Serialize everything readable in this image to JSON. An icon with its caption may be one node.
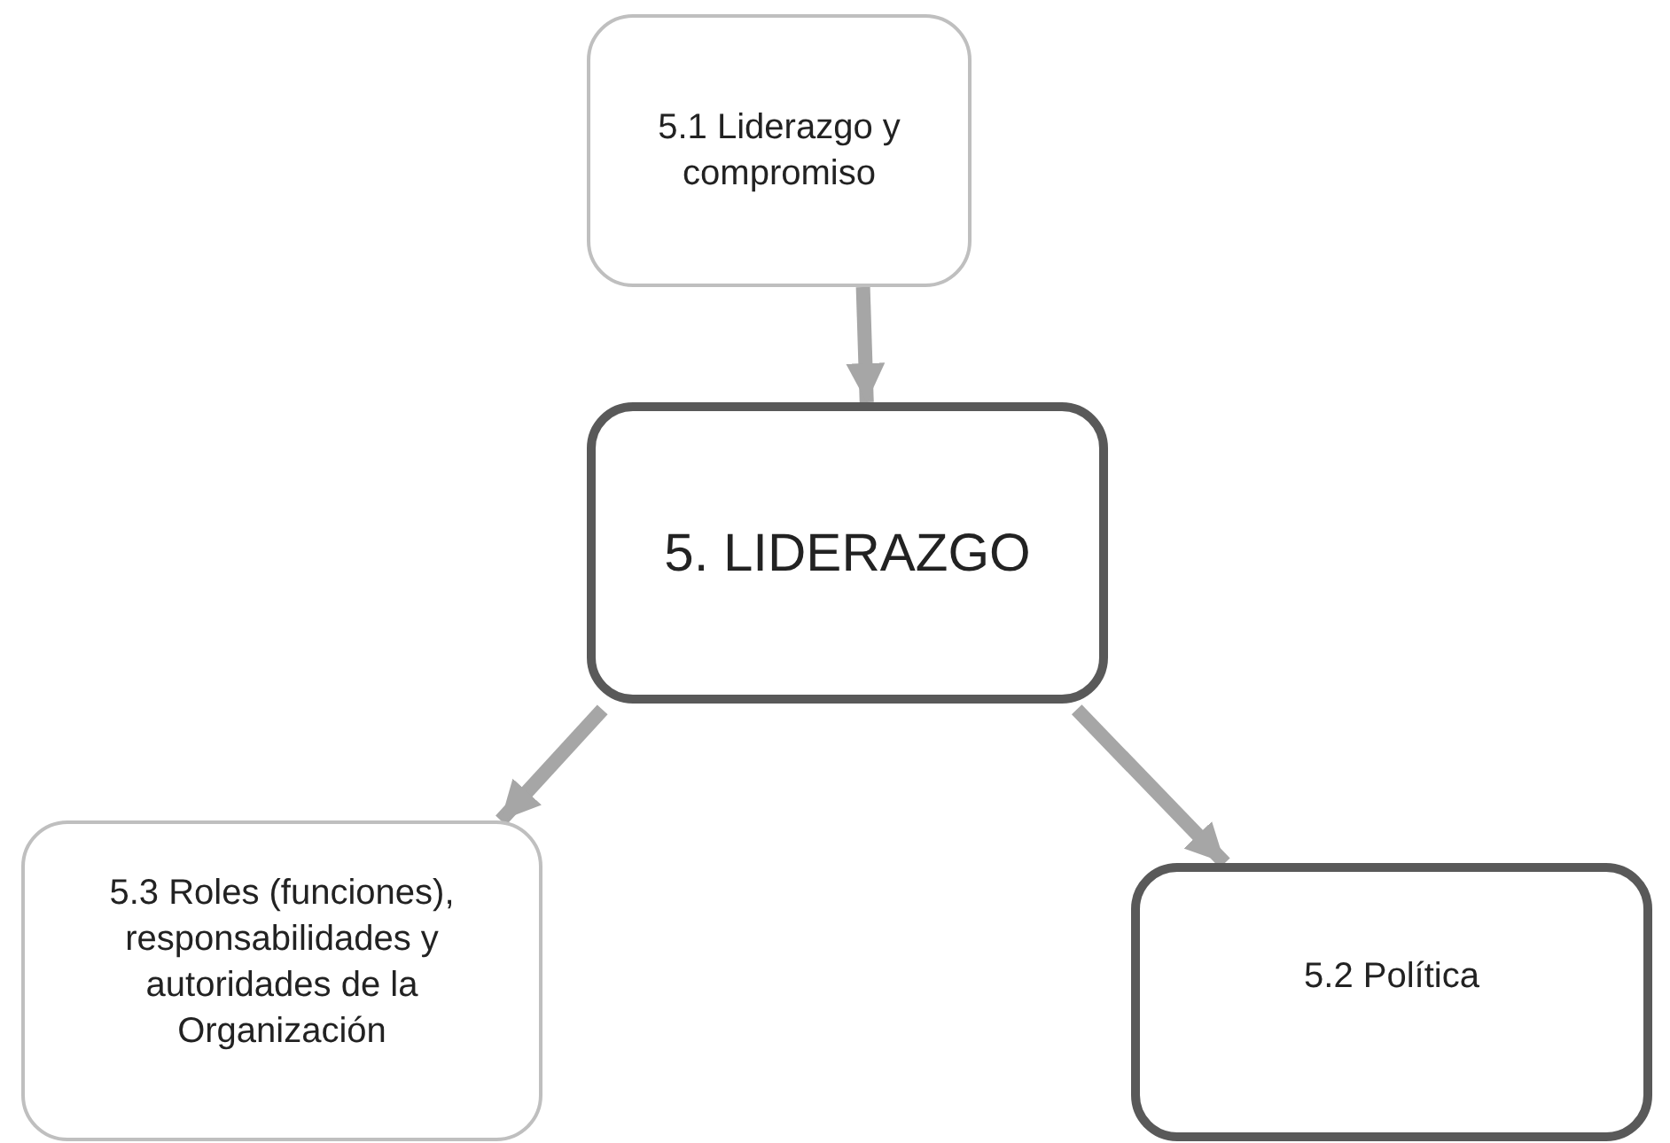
{
  "diagram": {
    "nodes": [
      {
        "text": [
          "5.1 Liderazgo y compromiso"
        ]
      },
      {
        "text": [
          "5. LIDERAZGO"
        ]
      },
      {
        "text": [
          "5.3 Roles (funciones), responsabilidades y autoridades de la Organización"
        ]
      },
      {
        "text": [
          "5.2 Política"
        ]
      }
    ],
    "edges": [
      {
        "from": 0,
        "to": 1,
        "arrow": "to"
      },
      {
        "from": 1,
        "to": 2,
        "arrow": "to"
      },
      {
        "from": 1,
        "to": 3,
        "arrow": "to"
      }
    ]
  }
}
